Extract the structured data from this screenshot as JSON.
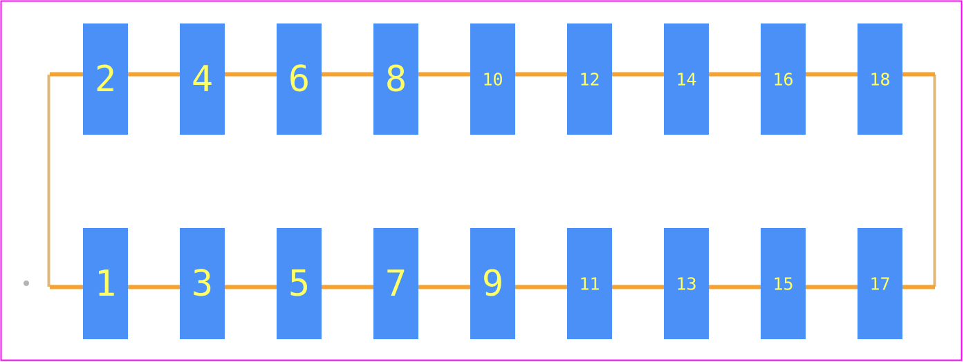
{
  "colors": {
    "background": "#ffffff",
    "board_outline": "#ff00ff",
    "silkscreen": "#f7a22c",
    "courtyard": "#e0b77a",
    "pad": "#4a90f7",
    "pad_label": "#ffff66",
    "pin1_marker": "#b4b4b4"
  },
  "top_row_pads": [
    "2",
    "4",
    "6",
    "8",
    "10",
    "12",
    "14",
    "16",
    "18"
  ],
  "bottom_row_pads": [
    "1",
    "3",
    "5",
    "7",
    "9",
    "11",
    "13",
    "15",
    "17"
  ]
}
